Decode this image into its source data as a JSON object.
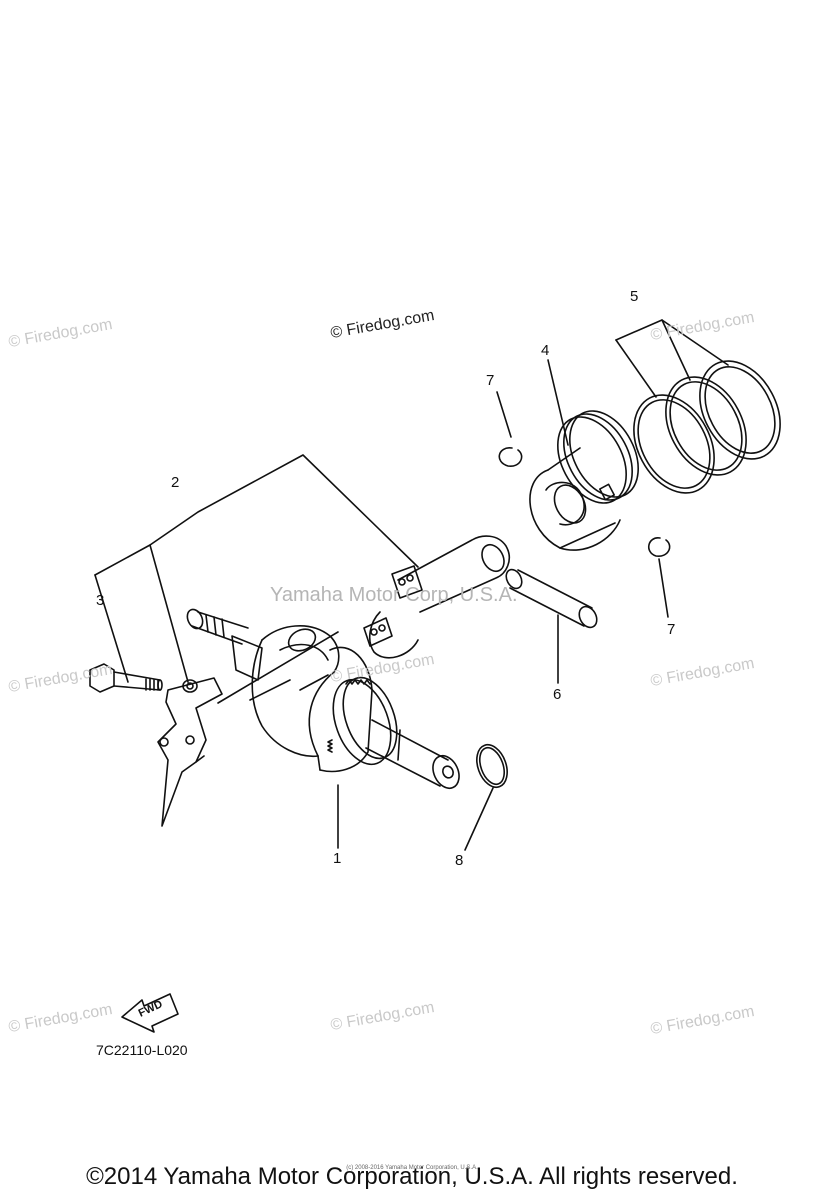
{
  "watermarks": {
    "firedog": "© Firedog.com",
    "yamaha": "Yamaha Motor Corp, U.S.A."
  },
  "callouts": [
    "1",
    "2",
    "3",
    "4",
    "5",
    "6",
    "7",
    "7",
    "8"
  ],
  "diagram_code": "7C22110-L020",
  "fwd_label": "FWD",
  "footer": {
    "copyright": "©2014 Yamaha Motor Corporation, U.S.A. All rights reserved.",
    "fine_print": "(c) 2008-2016 Yamaha Motor Corporation, U.S.A."
  },
  "colors": {
    "line": "#111111",
    "watermark": "#c9c9c9"
  }
}
